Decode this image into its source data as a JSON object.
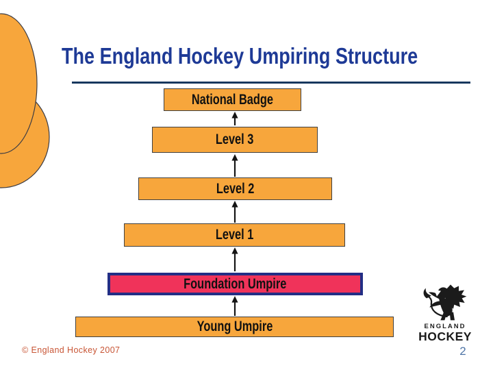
{
  "slide": {
    "title": "The England Hockey Umpiring Structure",
    "copyright": "© England Hockey 2007",
    "page_number": "2"
  },
  "diagram": {
    "type": "hierarchy-pyramid",
    "flow": "bottom-to-top",
    "boxes": [
      {
        "label": "National Badge",
        "highlighted": false
      },
      {
        "label": "Level 3",
        "highlighted": false
      },
      {
        "label": "Level 2",
        "highlighted": false
      },
      {
        "label": "Level 1",
        "highlighted": false
      },
      {
        "label": "Foundation Umpire",
        "highlighted": true
      },
      {
        "label": "Young Umpire",
        "highlighted": false
      }
    ],
    "connector": "up-arrow"
  },
  "logo": {
    "icon": "lion-rampant-icon",
    "line1": "ENGLAND",
    "line2": "HOCKEY"
  },
  "colors": {
    "title_color": "#1E3A96",
    "underline_color": "#17375E",
    "box_fill": "#F7A63C",
    "box_border": "#3F3F3F",
    "highlight_fill": "#F0335A",
    "highlight_border": "#232E85",
    "arrow_color": "#141414",
    "footer_color": "#C85535",
    "page_color": "#4E74A6",
    "logo_color": "#1B1B1B"
  }
}
